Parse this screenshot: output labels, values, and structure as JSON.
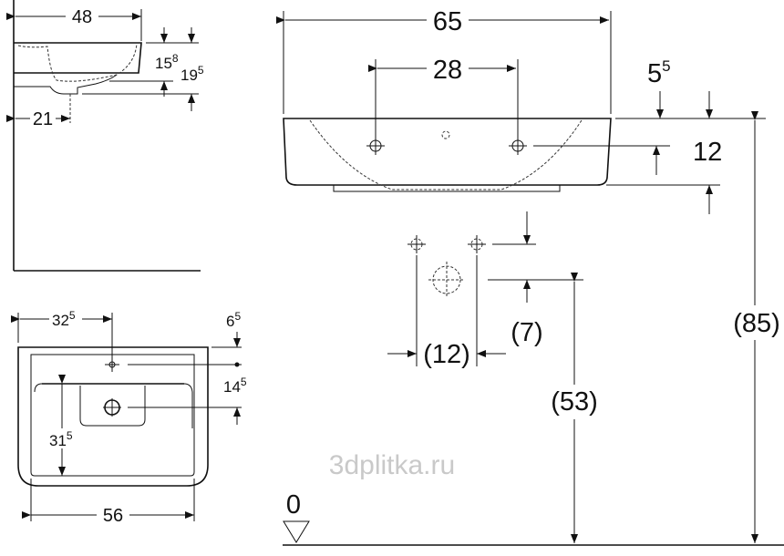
{
  "side_view": {
    "width": {
      "main": "48",
      "sup": ""
    },
    "height_rim": {
      "main": "15",
      "sup": "8"
    },
    "height_total": {
      "main": "19",
      "sup": "5"
    },
    "waste_offset": {
      "main": "21",
      "sup": ""
    }
  },
  "plan_view": {
    "tap_hole_offset": {
      "main": "32",
      "sup": "5"
    },
    "rim_to_tap": {
      "main": "6",
      "sup": "5"
    },
    "tap_to_waste": {
      "main": "14",
      "sup": "5"
    },
    "bowl_depth": {
      "main": "31",
      "sup": "5"
    },
    "inner_width": {
      "main": "56",
      "sup": ""
    }
  },
  "front_view": {
    "width": "65",
    "tap_spacing": "28",
    "rim_top": {
      "main": "5",
      "sup": "5"
    },
    "rim_height": "12",
    "supply_drop": "(7)",
    "supply_spacing": "(12)",
    "waste_height": "(53)",
    "mount_height": "(85)",
    "floor_level": "0"
  },
  "watermark": "3dplitka.ru"
}
